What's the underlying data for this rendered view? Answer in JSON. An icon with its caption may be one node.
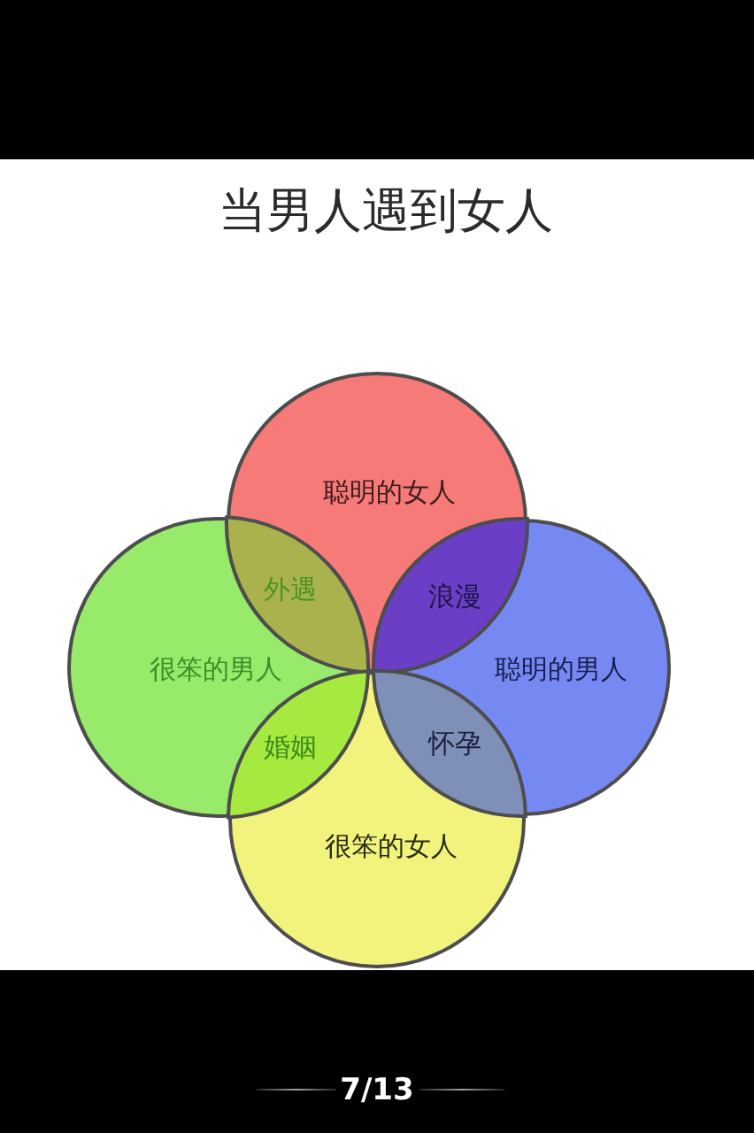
{
  "diagram": {
    "title": "当男人遇到女人",
    "nodes": [
      {
        "text": [
          "聪明的女人"
        ]
      },
      {
        "text": [
          "很笨的男人"
        ]
      },
      {
        "text": [
          "聪明的男人"
        ]
      },
      {
        "text": [
          "很笨的女人"
        ]
      }
    ],
    "labels": [
      "外遇",
      "浪漫",
      "婚姻",
      "怀孕",
      "7/13"
    ]
  }
}
